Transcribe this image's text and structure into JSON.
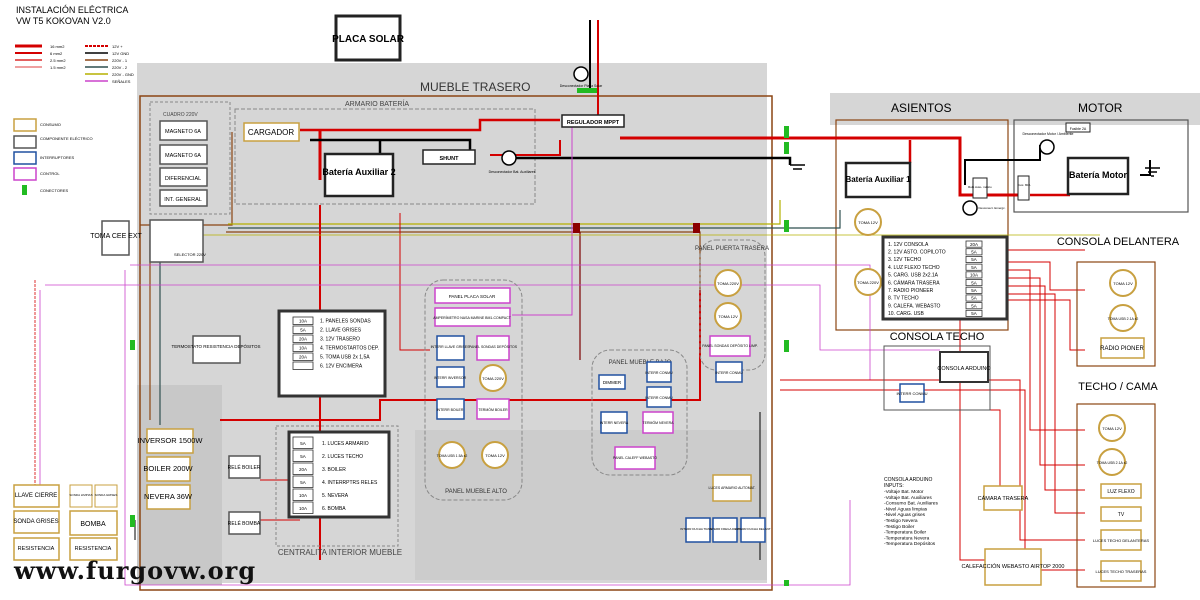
{
  "header": {
    "title": "INSTALACIÓN ELÉCTRICA",
    "subtitle": "VW T5 KOKOVAN V2.0"
  },
  "legend_wires": [
    {
      "label": "16 mm2",
      "color": "#d40000"
    },
    {
      "label": "6 mm2",
      "color": "#d40000"
    },
    {
      "label": "2.5 mm2",
      "color": "#d40000"
    },
    {
      "label": "1.5 mm2",
      "color": "#d40000"
    }
  ],
  "legend_voltage": [
    {
      "label": "12V +",
      "color": "#d40000"
    },
    {
      "label": "12V GND",
      "color": "#000000"
    },
    {
      "label": "220V - 1",
      "color": "#8b4513"
    },
    {
      "label": "220V - 2",
      "color": "#2f4f4f"
    },
    {
      "label": "220V - GND",
      "color": "#b5b000"
    },
    {
      "label": "SEÑALES",
      "color": "#cc44cc"
    }
  ],
  "legend_components": [
    {
      "label": "CONSUMO",
      "color": "#c8a040"
    },
    {
      "label": "COMPONENTE ELÉCTRICO",
      "color": "#555555"
    },
    {
      "label": "INTERRUPTORES",
      "color": "#2050a0"
    },
    {
      "label": "CONTROL",
      "color": "#cc44cc"
    },
    {
      "label": "CONECTORES",
      "color": "#22bb22"
    }
  ],
  "zones": {
    "mueble_trasero": "MUEBLE TRASERO",
    "armario_bateria": "ARMARIO BATERÍA",
    "cuadro_220v": "CUADRO 220V",
    "asientos": "ASIENTOS",
    "motor": "MOTOR",
    "panel_puerta": "PANEL PUERTA TRASERA",
    "panel_mueble_bajo": "PANEL MUEBLE BAJO",
    "panel_mueble_alto": "PANEL MUEBLE ALTO",
    "centralita": "CENTRALITA INTERIOR MUEBLE",
    "consola_delantera": "CONSOLA DELANTERA",
    "consola_techo": "CONSOLA TECHO",
    "techo_cama": "TECHO / CAMA"
  },
  "components": {
    "placa_solar": "PLACA SOLAR",
    "desconectador_placa": "Desconectador Placa Solar",
    "regulador": "REGULADOR MPPT",
    "cargador": "CARGADOR",
    "bateria_aux2": "Batería Auxiliar 2",
    "shunt": "SHUNT",
    "desconectador_aux": "Desconectador Bat. Auxiliares",
    "bateria_aux1": "Batería Auxiliar 1",
    "bateria_motor": "Batería Motor",
    "fusible_motor": "Fusible 2A",
    "desconectador_motor": "Desconectador Motor / Ambiente",
    "rele_auto": "Relé Auto- mático",
    "desconect_emerg": "Desconect. Emergc.",
    "fusible_80": "Fusi. 80A",
    "fusible_100": "Fusi. 100A",
    "magneto1": "MAGNETO 6A",
    "magneto2": "MAGNETO 6A",
    "diferencial": "DIFERENCIAL",
    "int_general": "INT. GENERAL",
    "selector": "SELECTOR 220V",
    "toma_cee": "TOMA CEE EXT",
    "termostato": "TERMOSTATO RESISTENCIA DEPÓSITOS",
    "inversor": "INVERSOR 1500W",
    "boiler": "BOILER 200W",
    "nevera": "NEVERA 36W",
    "rele_boiler": "RELÉ BOILER",
    "rele_bomba": "RELÉ BOMBA",
    "llave_cierre": "LLAVE CIERRE",
    "sonda_grises": "SONDA GRISES",
    "resistencia_1": "RESISTENCIA",
    "sonda_limpias": "SONDA LIMPIAS",
    "sonda_grises_2": "SONDA GRISES",
    "bomba": "BOMBA",
    "resistencia_2": "RESISTENCIA",
    "panel_placa": "PANEL PLACA SOLAR",
    "amperimetro": "AMPERÍMETRO NASA MARINE BM1-COMPACT",
    "interr_llave": "INTERR LLAVE GRISES",
    "panel_sondas": "PANEL SONDAS DEPÓSITOS",
    "interr_inversor": "INTERR INVERSOR",
    "toma_220_alto": "TOMA 220V",
    "interr_boiler": "INTERR BOILER",
    "termom_boiler": "TERMÓM BOILER",
    "toma_usb_alto": "TOMA USB 1.5A x2",
    "toma_12_alto": "TOMA 12V",
    "toma_220_puerta": "TOMA 220V",
    "toma_12_puerta": "TOMA 12V",
    "panel_sondas_2": "PANEL SONDAS DEPÓSITO LIMP.",
    "dimmer": "DIMMER",
    "interr_conmu_1": "INTERR CONMU",
    "interr_conmu_2": "INTERR CONMU",
    "interr_conmu_3": "INTERR CONMU",
    "interr_conmu_4": "INTERR CONMU",
    "interr_nevera": "INTERR NEVERA",
    "termom_nevera": "TERMÓM NEVERA",
    "panel_calef": "PANEL CALEFF WEBASTO",
    "luces_armario": "LUCES ARMARIO AUTOMAT.",
    "interr_ducha": "INTERR DUCHA TRASER",
    "interr_frega": "INTERR FREGA DERO",
    "interr_ducha_delant": "INTERR DUCHA DELANT",
    "toma_12_asientos": "TOMA 12V",
    "toma_220_asientos": "TOMA 220V",
    "toma_12_delantera": "TOMA 12V",
    "toma_usb_delantera": "TOMA USB 2.1A x2",
    "radio": "RADIO PIONER",
    "consola_arduino": "CONSOLA ARDUINO",
    "toma_12_techo": "TOMA 12V",
    "toma_usb_techo": "TOMA USB 2.1A x2",
    "luz_flexo": "LUZ FLEXO",
    "tv": "TV",
    "luces_delanteras": "LUCES TECHO DELANTERAS",
    "luces_traseras": "LUCES TECHO TRASERAS",
    "camara": "CÁMARA TRASERA",
    "calefaccion": "CALEFACCIÓN WEBASTO AIRTOP 2000"
  },
  "fuse_box_1": {
    "fuses": [
      "10A",
      "5A",
      "20A",
      "10A",
      "20A"
    ],
    "items": [
      "1. PANELES SONDAS",
      "2. LLAVE GRISES",
      "3. 12V TRASERO",
      "4. TERMOSTARTOS DEP.",
      "5. TOMA USB 2x 1,5A",
      "6. 12V ENCIMERA"
    ]
  },
  "fuse_box_2": {
    "fuses": [
      "5A",
      "5A",
      "20A",
      "5A",
      "10A",
      "10A"
    ],
    "items": [
      "1. LUCES ARMARIO",
      "2. LUCES TECHO",
      "3. BOILER",
      "4. INTERRPTRS RELES",
      "5. NEVERA",
      "6. BOMBA"
    ]
  },
  "fuse_box_3": {
    "fuses": [
      "20A",
      "5A",
      "5A",
      "5A",
      "10A",
      "5A",
      "5A",
      "5A",
      "5A",
      "5A"
    ],
    "items": [
      "1. 12V CONSOLA",
      "2. 12V ASTO. COPILOTO",
      "3. 12V TECHO",
      "4. LUZ FLEXO TECHO",
      "5. CARG. USB 2x2.1A",
      "6. CÁMARA TRASERA",
      "7. RADIO PIONEER",
      "8. TV TECHO",
      "9. CALEFA. WEBASTO",
      "10. CARG. USB"
    ]
  },
  "arduino_inputs": {
    "title": "CONSOLA ARDUINO",
    "subtitle": "INPUTS:",
    "items": [
      "-Voltaje Bat. Motor",
      "-Voltaje Bat. Auxiliares",
      "-Consumo Bat. Auxiliares",
      "-Nivel Aguas limpias",
      "-Nivel Aguas grises",
      "-Testigo Nevera",
      "-Testigo Boiler",
      "-Temperatura Boiler",
      "-Temperatura Nevera",
      "-Temperatura Depósitos"
    ]
  },
  "watermark": "www.furgovw.org"
}
